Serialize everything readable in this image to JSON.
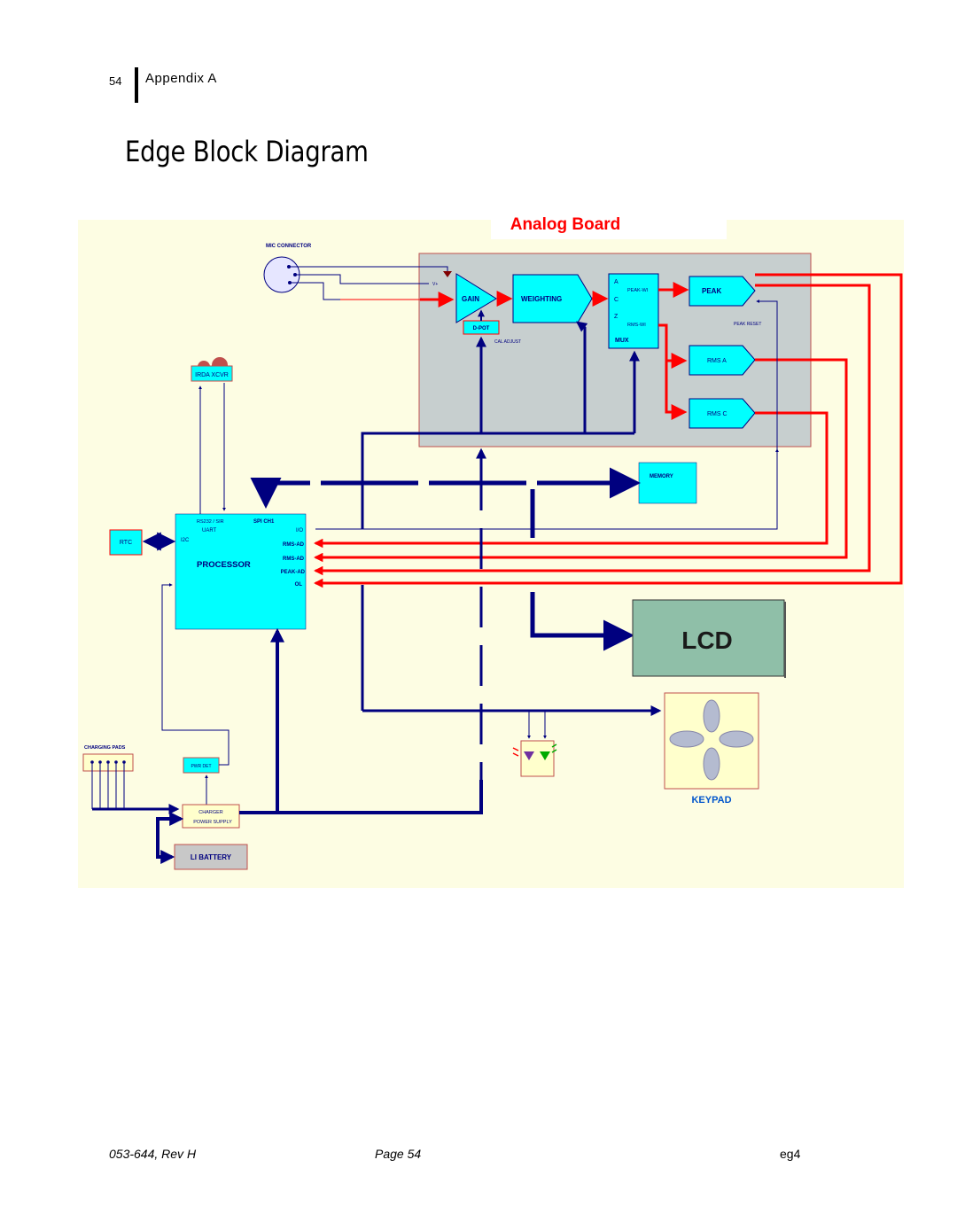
{
  "header": {
    "page_number": "54",
    "section": "Appendix A"
  },
  "title": "Edge Block Diagram",
  "diagram": {
    "analog_board_label": "Analog Board",
    "mic_connector": "MIC CONNECTOR",
    "vplus": "V+",
    "gain": "GAIN",
    "weighting": "WEIGHTING",
    "dpot": "D-POT",
    "cal_adjust": "CAL ADJUST",
    "mux_a": "A",
    "mux_c": "C",
    "mux_z": "Z",
    "peak_wi": "PEAK-WI",
    "rms_wi": "RMS-WI",
    "mux": "MUX",
    "peak": "PEAK",
    "peak_reset": "PEAK RESET",
    "rms_a": "RMS A",
    "rms_c": "RMS C",
    "memory": "MEMORY",
    "irda": "IRDA XCVR",
    "rtc": "RTC",
    "proc_rs232": "RS232 / SIR",
    "proc_uart": "UART",
    "proc_spi": "SPI CH1",
    "proc_i2c": "I2C",
    "processor": "PROCESSOR",
    "pin_io": "I/O",
    "pin_rms_ad1": "RMS-AD",
    "pin_rms_ad2": "RMS-AD",
    "pin_peak_ad": "PEAK-AD",
    "pin_ol": "OL",
    "lcd": "LCD",
    "keypad": "KEYPAD",
    "charging_pads": "CHARGING PADS",
    "pwr_det": "PWR DET",
    "charger_1": "CHARGER",
    "charger_2": "POWER SUPPLY",
    "battery": "LI BATTERY"
  },
  "colors": {
    "panel": "#fdfde3",
    "board": "#c7cfcf",
    "block": "#00ffff",
    "bus": "#00007f",
    "signal": "#ff0000",
    "lcd": "#8fbfa8",
    "keypad": "#ffffcc"
  },
  "footer": {
    "doc": "053-644, Rev H",
    "page": "Page   54",
    "code": "eg4"
  }
}
